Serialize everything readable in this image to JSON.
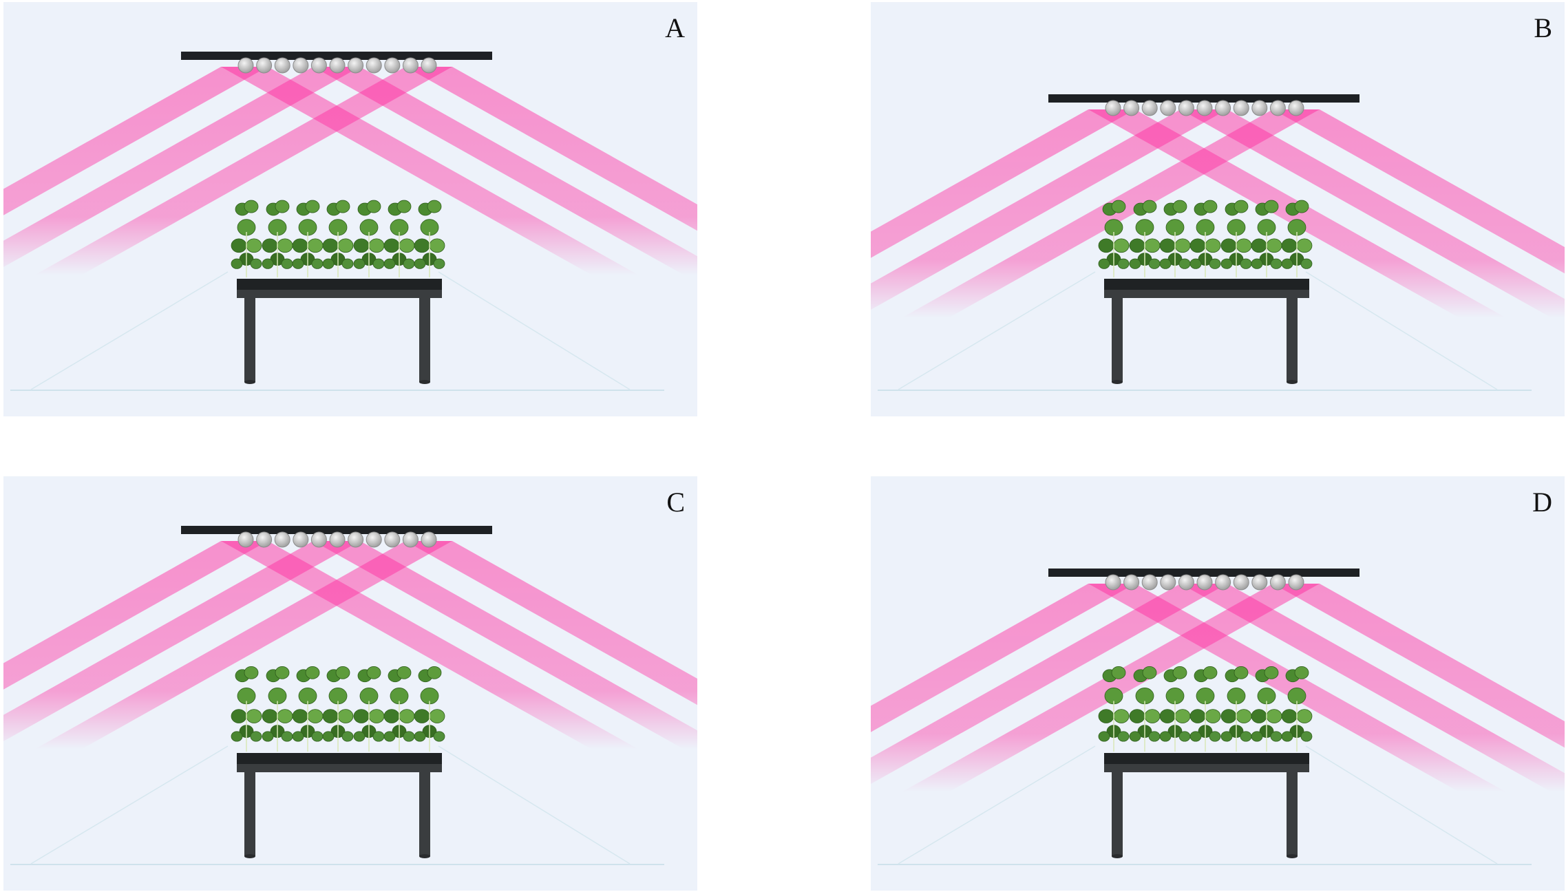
{
  "panels": [
    {
      "id": "A",
      "label": "A",
      "fixture_height": "high",
      "plant_height": "low"
    },
    {
      "id": "B",
      "label": "B",
      "fixture_height": "low",
      "plant_height": "low"
    },
    {
      "id": "C",
      "label": "C",
      "fixture_height": "high",
      "plant_height": "high"
    },
    {
      "id": "D",
      "label": "D",
      "fixture_height": "low",
      "plant_height": "high"
    }
  ],
  "colors": {
    "background": "#edf2fa",
    "light_beam": "#ff2fa0",
    "fixture_bar": "#1e2124",
    "led": "#c9c9c9",
    "table": "#3a3d3f",
    "plant": "#4f8a32"
  },
  "icons": {
    "fixture": "led-grow-light-bar-icon",
    "led": "led-bulb-icon",
    "plant": "lettuce-plant-icon",
    "table": "growing-table-icon"
  }
}
